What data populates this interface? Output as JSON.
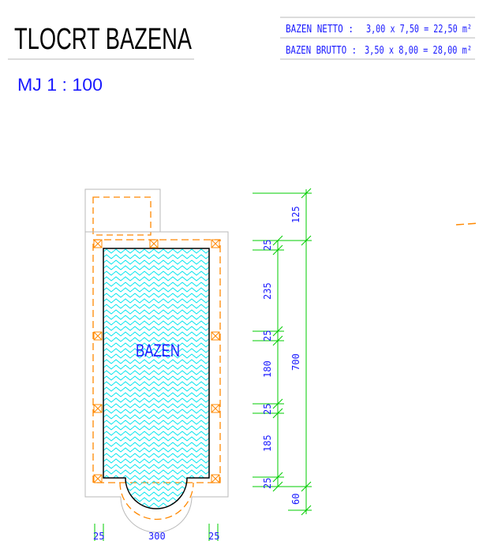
{
  "header": {
    "title": "TLOCRT BAZENA",
    "scale": "MJ  1 : 100"
  },
  "info_table": {
    "rows": [
      {
        "label": "BAZEN NETTO :",
        "formula": "3,00 x 7,50 = 22,50 m²"
      },
      {
        "label": "BAZEN BRUTTO :",
        "formula": "3,50 x 8,00 = 28,00 m²"
      }
    ]
  },
  "plan": {
    "pool_label": "BAZEN"
  },
  "dimensions": {
    "right_segments": [
      "125",
      "25",
      "235",
      "25",
      "180",
      "25",
      "185",
      "25",
      "60"
    ],
    "right_total": "700",
    "bottom": [
      "25",
      "300",
      "25"
    ]
  },
  "colors": {
    "outline": "#000000",
    "text": "#1a1aff",
    "dim": "#00cc00",
    "dashed": "#ff8800",
    "water": "#00e5ee",
    "grey": "#b8b8b8"
  }
}
